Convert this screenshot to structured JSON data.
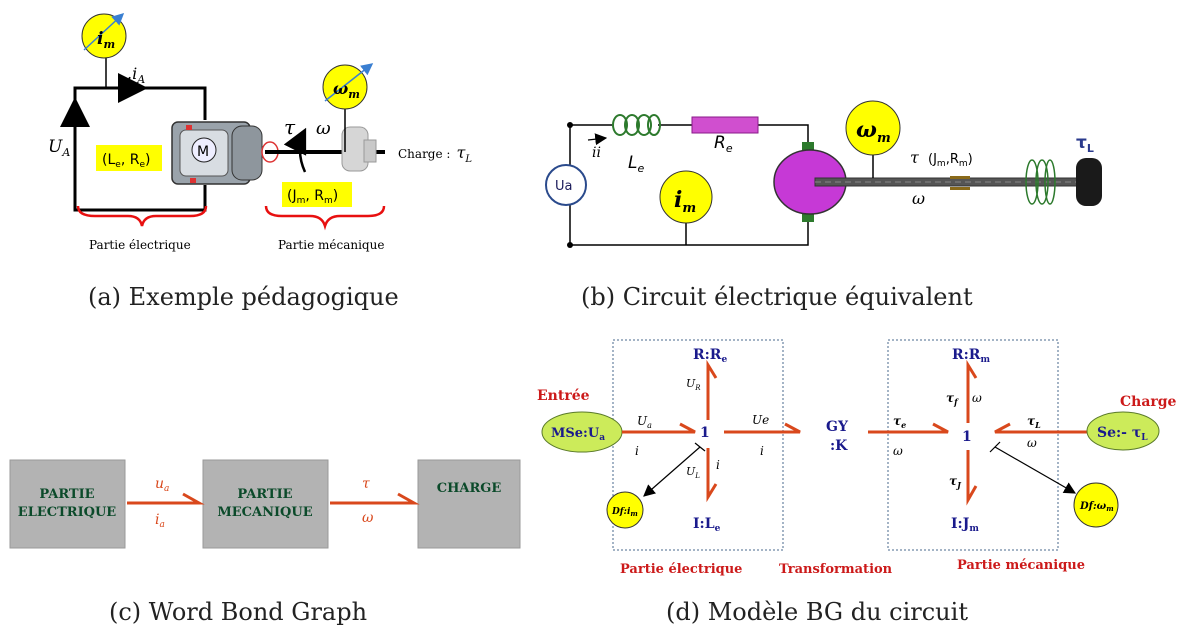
{
  "captions": {
    "a": "(a) Exemple pédagogique",
    "b": "(b) Circuit électrique équivalent",
    "c": "(c) Word Bond Graph",
    "d": "(d) Modèle BG du circuit"
  },
  "panel_a": {
    "im": "i",
    "im_sub": "m",
    "iA": ".i",
    "iA_sub": "A",
    "UA": "U",
    "UA_sub": "A",
    "omega_m": "ω",
    "omega_m_sub": "m",
    "tau": "τ",
    "omega": "ω",
    "motor": "M",
    "elec_params": "(L",
    "elec_params_sub1": "e",
    "elec_params_mid": ", R",
    "elec_params_sub2": "e",
    "elec_params_end": ")",
    "mech_params": "(J",
    "mech_params_sub1": "m",
    "mech_params_mid": ", R",
    "mech_params_sub2": "m",
    "mech_params_end": ")",
    "charge": "Charge :",
    "tauL": "τ",
    "tauL_sub": "L",
    "partie_elec": "Partie électrique",
    "partie_meca": "Partie mécanique"
  },
  "panel_b": {
    "ua": "Ua",
    "ii": "ii",
    "Le": "L",
    "Le_sub": "e",
    "Re": "R",
    "Re_sub": "e",
    "im": "i",
    "im_sub": "m",
    "omega_m": "ω",
    "omega_m_sub": "m",
    "tau": "τ",
    "JmRm": "(J",
    "JmRm_sub1": "m",
    "JmRm_mid": ",R",
    "JmRm_sub2": "m",
    "JmRm_end": ")",
    "omega": "ω",
    "tauL": "τ",
    "tauL_sub": "L"
  },
  "panel_c": {
    "elec_line1": "PARTIE",
    "elec_line2": "ELECTRIQUE",
    "meca_line1": "PARTIE",
    "meca_line2": "MECANIQUE",
    "charge": "CHARGE",
    "ua": "u",
    "ua_sub": "a",
    "ia": "i",
    "ia_sub": "a",
    "tau": "τ",
    "omega": "ω"
  },
  "panel_d": {
    "entree": "Entrée",
    "mse": "MSe:U",
    "mse_sub": "a",
    "Ua": "U",
    "Ua_sub": "a",
    "i1": "i",
    "i2": "i",
    "i3": "i",
    "UR": "U",
    "UR_sub": "R",
    "UL": "U",
    "UL_sub": "L",
    "Ue": "Ue",
    "Re": "R:R",
    "Re_sub": "e",
    "Le": "I:L",
    "Le_sub": "e",
    "junction1": "1",
    "df_im": "Df:i",
    "df_im_sub": "m",
    "gy1": "GY",
    "gy2": ":K",
    "tau_e": "τ",
    "tau_e_sub": "e",
    "omega1": "ω",
    "Rm": "R:R",
    "Rm_sub": "m",
    "Jm": "I:J",
    "Jm_sub": "m",
    "tau_f": "τ",
    "tau_f_sub": "f",
    "omega2": "ω",
    "tau_J": "τ",
    "tau_J_sub": "J",
    "junction2": "1",
    "tau_L": "τ",
    "tau_L_sub": "L",
    "omega3": "ω",
    "charge": "Charge",
    "se": "Se:- τ",
    "se_sub": "L",
    "df_wm": "Df:ω",
    "df_wm_sub": "m",
    "partie_elec": "Partie électrique",
    "transformation": "Transformation",
    "partie_meca": "Partie mécanique"
  },
  "colors": {
    "bond": "#d9481c",
    "red_label": "#cc1a1a",
    "blue_label": "#1a1a8c",
    "yellow": "#ffff00",
    "green": "#cceb5a",
    "purple": "#c639d6",
    "gray_box": "#b3b3b3",
    "dark_green_text": "#0b4a2a"
  }
}
